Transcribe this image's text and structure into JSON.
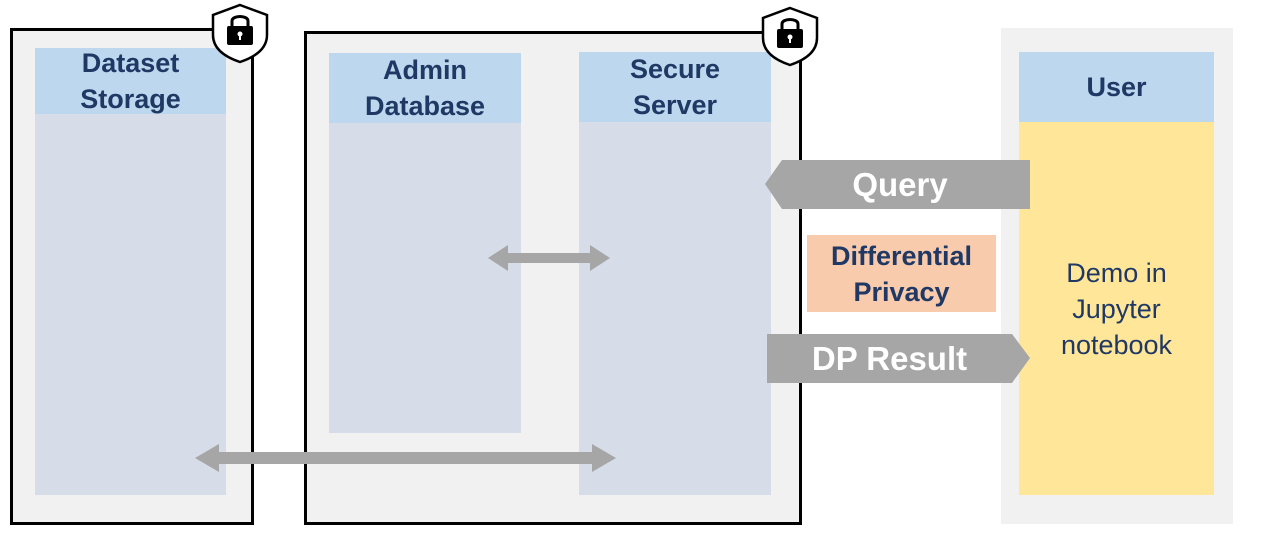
{
  "columns": {
    "dataset_storage": {
      "label": "Dataset\nStorage"
    },
    "admin_database": {
      "label": "Admin\nDatabase"
    },
    "secure_server": {
      "label": "Secure\nServer"
    },
    "user": {
      "label": "User",
      "body": "Demo in\nJupyter\nnotebook"
    }
  },
  "arrows": {
    "query_label": "Query",
    "dp_result_label": "DP Result"
  },
  "differential_privacy_label": "Differential\nPrivacy",
  "colors": {
    "header": "#bdd7ee",
    "header_text": "#1f3864",
    "column_body": "#d6dde8",
    "frame": "#f1f1f1",
    "user_body": "#ffe699",
    "dp_box": "#f8cbad",
    "arrow": "#a6a6a6"
  },
  "icons": [
    "lock-shield-icon",
    "lock-shield-icon"
  ]
}
